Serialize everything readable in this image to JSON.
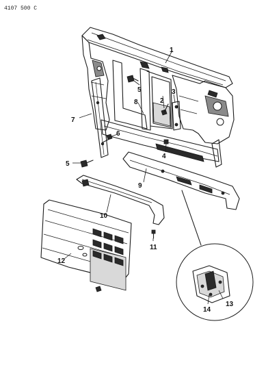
{
  "document": {
    "code": "4107 500 C"
  },
  "callouts": {
    "c1": "1",
    "c2": "2",
    "c3": "3",
    "c4": "4",
    "c5a": "5",
    "c5b": "5",
    "c6": "6",
    "c7": "7",
    "c8": "8",
    "c9": "9",
    "c10": "10",
    "c11": "11",
    "c12": "12",
    "c13": "13",
    "c14": "14"
  }
}
